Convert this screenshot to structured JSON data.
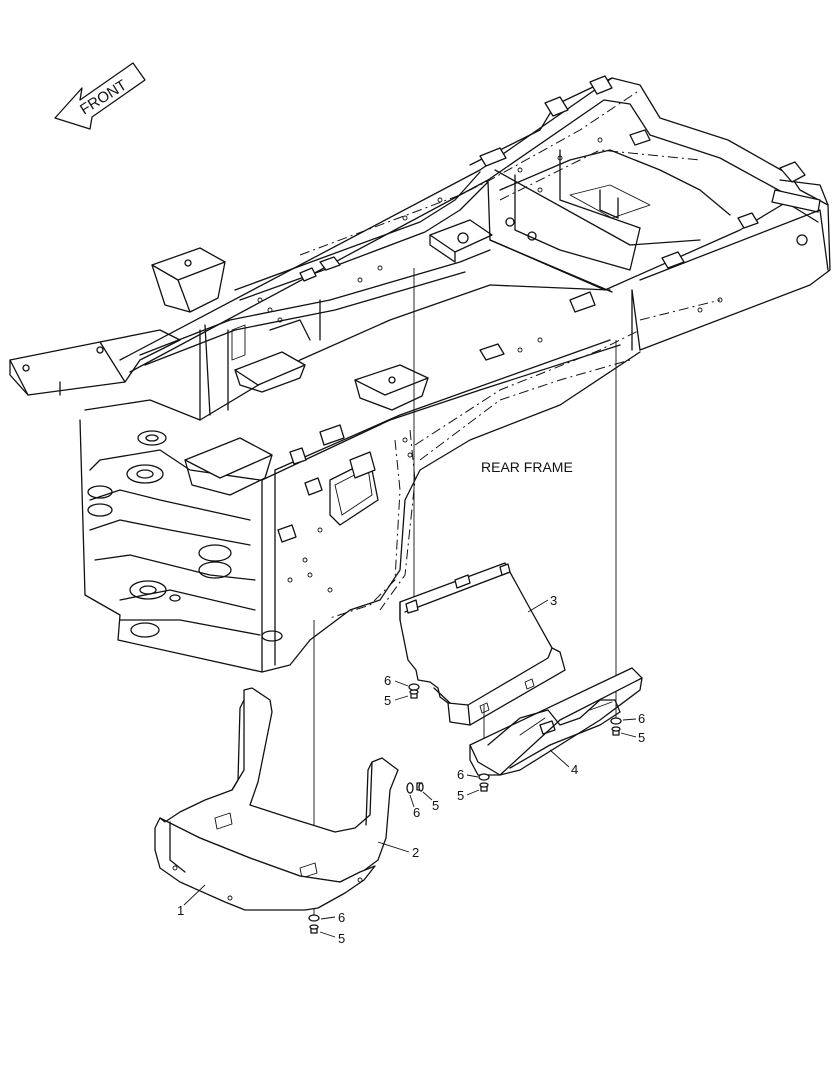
{
  "diagram": {
    "frame_label": "REAR FRAME",
    "direction_label": "FRONT",
    "callouts": {
      "part_1": "1",
      "part_2": "2",
      "part_3": "3",
      "part_4": "4",
      "bolt_a": "5",
      "washer_a": "6",
      "bolt_b": "5",
      "washer_b": "6",
      "bolt_c": "5",
      "washer_c": "6",
      "bolt_d": "5",
      "washer_d": "6",
      "bolt_e": "5",
      "washer_e": "6"
    }
  }
}
